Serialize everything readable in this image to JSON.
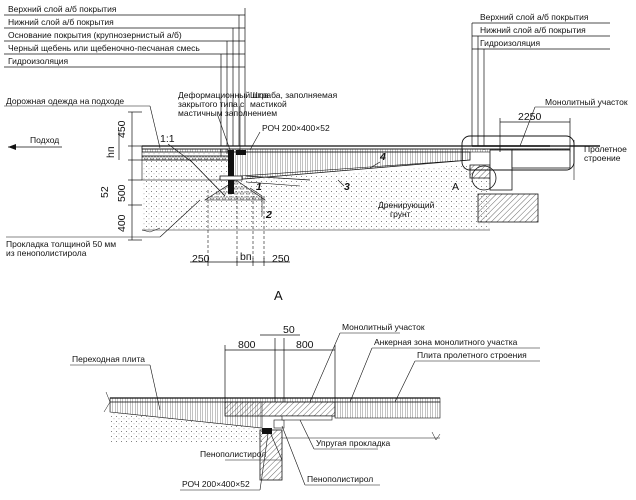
{
  "top_left_layers": [
    "Верхний слой а/б покрытия",
    "Нижний слой а/б покрытия",
    "Основание покрытия (крупнозернистый а/б)",
    "Черный щебень или щебеночно-песчаная смесь",
    "Гидроизоляция"
  ],
  "top_right_layers": [
    "Верхний слой а/б покрытия",
    "Нижний слой а/б покрытия",
    "Гидроизоляция"
  ],
  "labels": {
    "road_pavement": "Дорожная одежда на подходе",
    "joint": [
      "Деформационный шов",
      "закрытого типа с",
      "мастичным заполнением"
    ],
    "groove": [
      "Штраба, заполняемая",
      "мастикой"
    ],
    "roch_top": "РОЧ 200×400×52",
    "monolith_top": "Монолитный участок",
    "span": [
      "Пролетное",
      "строение"
    ],
    "approach": "Подход",
    "slope": "1:1",
    "drain": [
      "Дренирующий",
      "грунт"
    ],
    "pad": [
      "Прокладка толщиной 50 мм",
      "из пенополистирола"
    ],
    "marker_a": "A",
    "section_a": "A",
    "transition_plate": "Переходная плита",
    "monolith_bottom": "Монолитный участок",
    "anchor_zone": "Анкерная зона монолитного участка",
    "span_plate": "Плита пролетного строения",
    "elastic_pad": "Упругая прокладка",
    "foam1": "Пенополистирол",
    "foam2": "Пенополистирол",
    "roch_bottom": "РОЧ 200×400×52"
  },
  "numbers": {
    "n1": "1",
    "n2": "2",
    "n3": "3",
    "n4": "4"
  },
  "dims": {
    "d450": "450",
    "hn": "hп",
    "d52": "52",
    "d500": "500",
    "d400": "400",
    "d2250": "2250",
    "d250a": "250",
    "bn": "bп",
    "d250b": "250",
    "d800a": "800",
    "d50": "50",
    "d800b": "800"
  },
  "colors": {
    "line": "#111111",
    "hatch": "#555555",
    "fill_light": "#e6e6e6"
  }
}
